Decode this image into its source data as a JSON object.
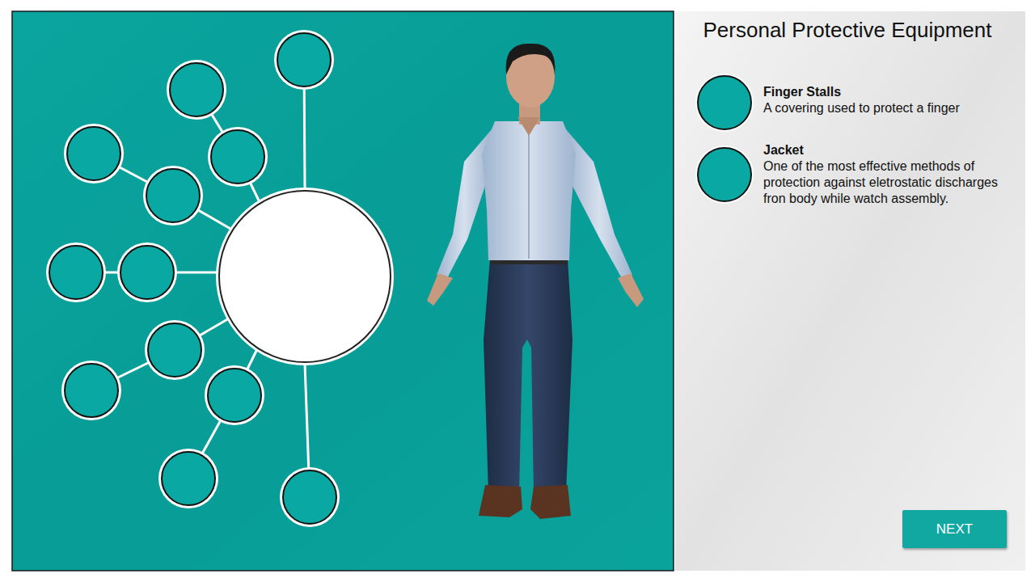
{
  "diagram": {
    "title": "Personal Protective Equipment",
    "nodes": [
      {
        "text": [
          "NEXT"
        ]
      }
    ],
    "labels": [
      "Finger Stalls",
      "A covering used to protect a finger",
      "Jacket",
      "One of the most effective methods of protection against eletrostatic discharges fron body while watch assembly."
    ]
  }
}
